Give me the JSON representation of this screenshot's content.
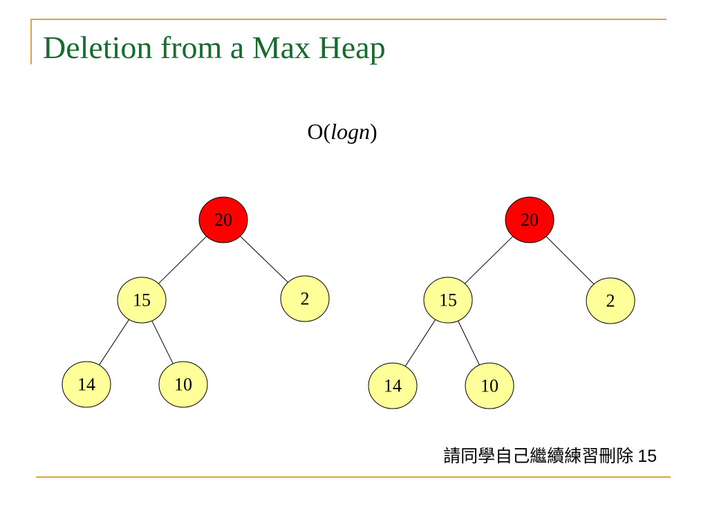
{
  "slide": {
    "title": "Deletion from a Max Heap",
    "complexity": {
      "prefix": "O(",
      "italic": "logn",
      "suffix": ")"
    },
    "footnote": {
      "text": "請同學自己繼續練習刪除",
      "number": "15"
    }
  },
  "colors": {
    "title": "#156c2d",
    "rule": "#e0a43a",
    "root_fill": "#ff0000",
    "root_text": "#000000",
    "node_fill": "#ffff99",
    "node_stroke": "#000000"
  },
  "trees": [
    {
      "nodes": [
        {
          "id": "a",
          "label": "20",
          "highlight": true
        },
        {
          "id": "b",
          "label": "15",
          "highlight": false
        },
        {
          "id": "c",
          "label": "2",
          "highlight": false
        },
        {
          "id": "d",
          "label": "14",
          "highlight": false
        },
        {
          "id": "e",
          "label": "10",
          "highlight": false
        }
      ],
      "edges": [
        [
          "a",
          "b"
        ],
        [
          "a",
          "c"
        ],
        [
          "b",
          "d"
        ],
        [
          "b",
          "e"
        ]
      ]
    },
    {
      "nodes": [
        {
          "id": "a",
          "label": "20",
          "highlight": true
        },
        {
          "id": "b",
          "label": "15",
          "highlight": false
        },
        {
          "id": "c",
          "label": "2",
          "highlight": false
        },
        {
          "id": "d",
          "label": "14",
          "highlight": false
        },
        {
          "id": "e",
          "label": "10",
          "highlight": false
        }
      ],
      "edges": [
        [
          "a",
          "b"
        ],
        [
          "a",
          "c"
        ],
        [
          "b",
          "d"
        ],
        [
          "b",
          "e"
        ]
      ]
    }
  ]
}
